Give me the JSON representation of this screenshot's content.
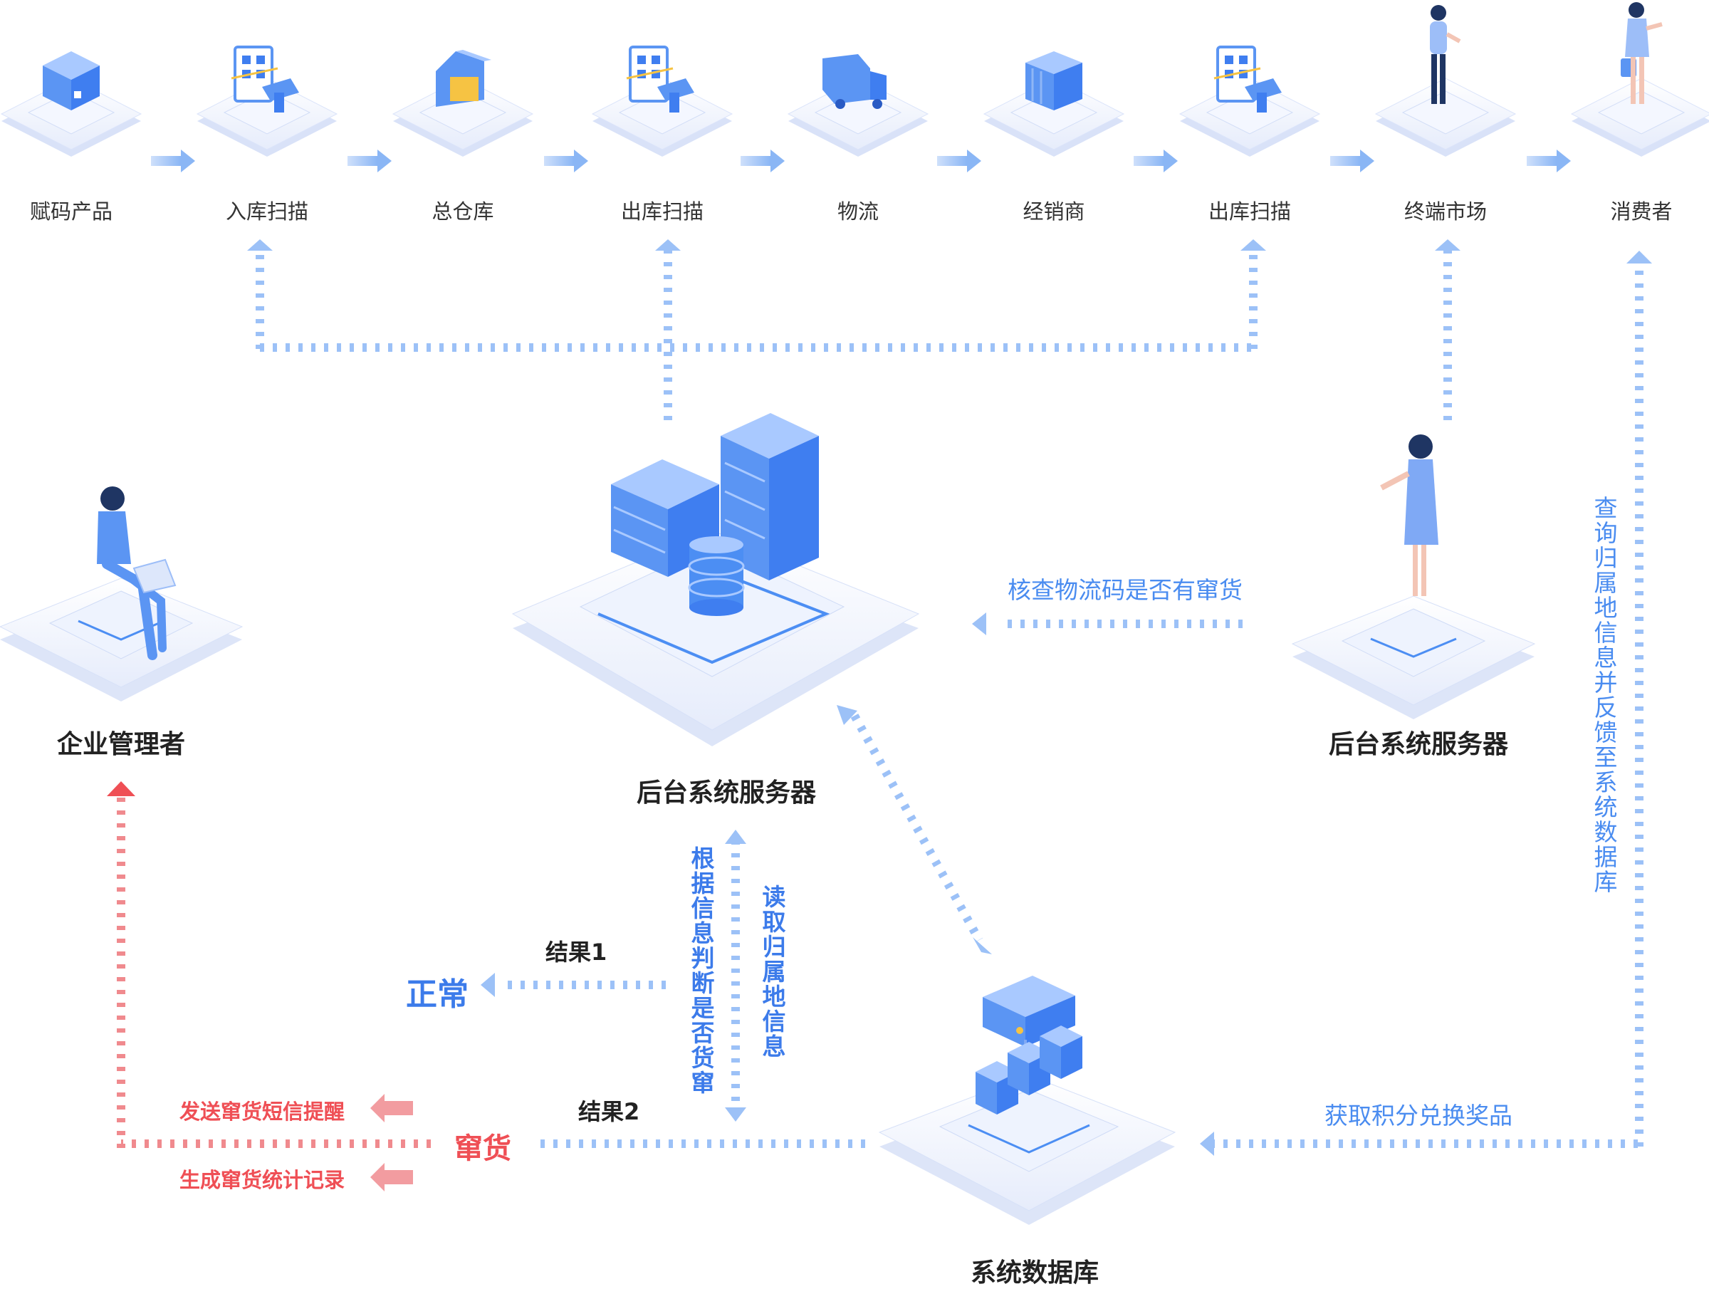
{
  "stages": [
    {
      "label": "赋码产品",
      "icon": "product-box-icon"
    },
    {
      "label": "入库扫描",
      "icon": "qr-scanner-icon"
    },
    {
      "label": "总仓库",
      "icon": "warehouse-icon"
    },
    {
      "label": "出库扫描",
      "icon": "qr-scanner-icon"
    },
    {
      "label": "物流",
      "icon": "delivery-truck-icon"
    },
    {
      "label": "经销商",
      "icon": "shipping-container-icon"
    },
    {
      "label": "出库扫描",
      "icon": "qr-scanner-icon"
    },
    {
      "label": "终端市场",
      "icon": "salesperson-icon"
    },
    {
      "label": "消费者",
      "icon": "consumer-shopper-icon"
    }
  ],
  "nodes": {
    "manager": "企业管理者",
    "central_server": "后台系统服务器",
    "right_server": "后台系统服务器",
    "database": "系统数据库"
  },
  "labels": {
    "verify": "核查物流码是否有窜货",
    "consumer_query": "查询归属地信息并反馈至系统数据库",
    "judge": "根据信息判断是否货窜",
    "read_location": "读取归属地信息",
    "result1": "结果1",
    "normal": "正常",
    "result2": "结果2",
    "diverted": "窜货",
    "send_sms": "发送窜货短信提醒",
    "gen_record": "生成窜货统计记录",
    "reward": "获取积分兑换奖品"
  },
  "colors": {
    "accent_blue": "#4a8cf0",
    "flow_blue": "#8fbaf6",
    "alert_red": "#ef4f55",
    "platform": "#e9eefc"
  }
}
